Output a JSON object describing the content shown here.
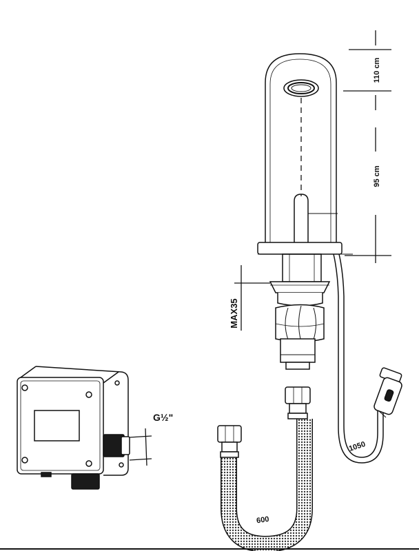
{
  "dimensions": {
    "spout_height": "110 cm",
    "faucet_height": "95 cm",
    "max_deck_thickness": "MAX35",
    "inlet_thread": "G½\"",
    "hose_length": "600",
    "cable_length": "1050"
  },
  "colors": {
    "line": "#111111",
    "background": "#ffffff",
    "dark_fill": "#1a1a1a",
    "mesh_fill": "#555555"
  }
}
